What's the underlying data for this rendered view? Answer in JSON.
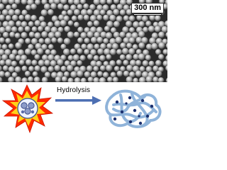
{
  "sem_image": {
    "icon": "sem-micrograph",
    "scale_bar_label": "300 nm",
    "colors": {
      "particle": "#b9b9b9",
      "background": "#2a2a2a"
    }
  },
  "scheme": {
    "reaction_label": "Hydrolysis",
    "icons": [
      "starburst-particle-icon",
      "arrow-right-icon",
      "hydrogel-network-icon"
    ],
    "colors": {
      "burst_outer": "#ff2a00",
      "burst_inner": "#ffd11a",
      "arrow": "#4d6fb3",
      "network": "#8fb3d9",
      "dots": "#1b2f6e"
    }
  }
}
